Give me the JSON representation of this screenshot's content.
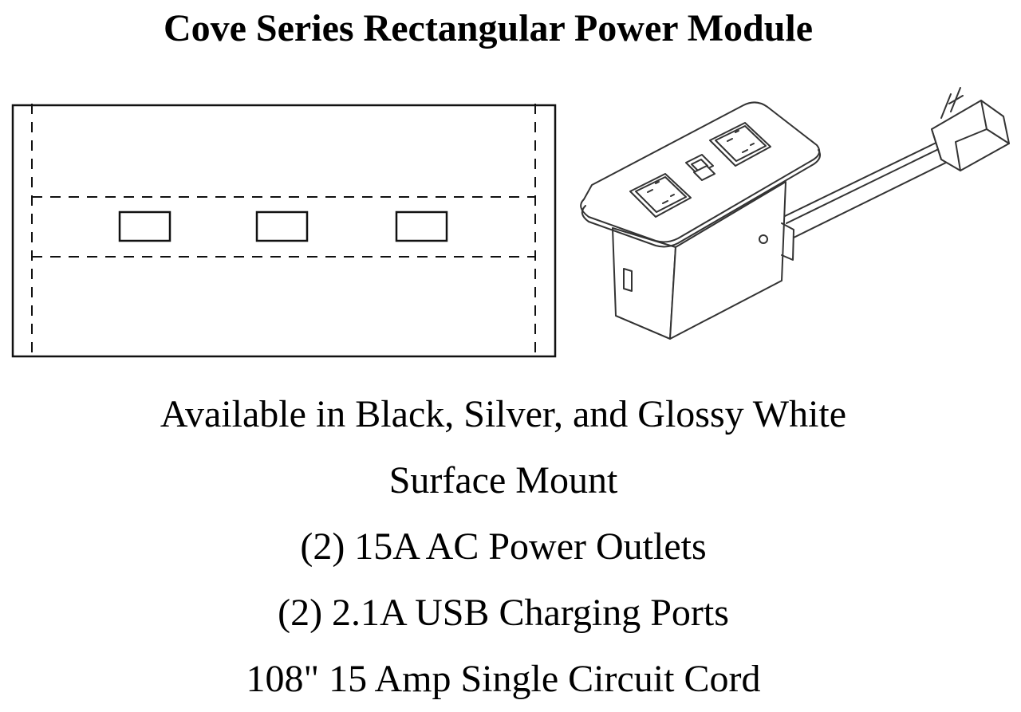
{
  "title": "Cove Series Rectangular Power Module",
  "features": [
    "Available in Black, Silver, and Glossy White",
    "Surface Mount",
    "(2) 15A AC Power Outlets",
    "(2) 2.1A USB Charging Ports",
    "108\" 15 Amp Single Circuit Cord"
  ],
  "cutout_diagram": {
    "port_count": 3
  },
  "isometric_drawing": {
    "outlet_count": 2,
    "usb_port_count": 2
  }
}
